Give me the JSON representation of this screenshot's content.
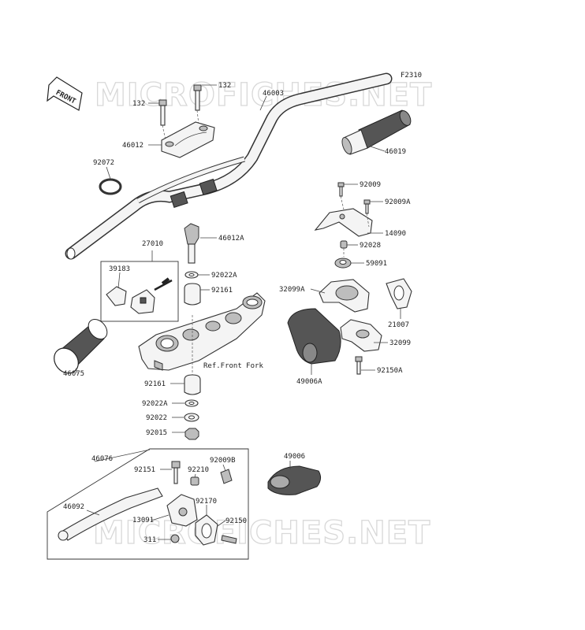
{
  "figure_code": "F2310",
  "watermark": "MICROFICHES.NET",
  "front_indicator": "FRONT",
  "reference_note": "Ref.Front Fork",
  "part_labels": [
    "132",
    "132",
    "46003",
    "46012",
    "46019",
    "92072",
    "92009",
    "92009A",
    "14090",
    "92028",
    "27010",
    "46012A",
    "39183",
    "92022A",
    "92161",
    "59091",
    "32099A",
    "21007",
    "32099",
    "49006A",
    "92150A",
    "46075",
    "92161",
    "92022A",
    "92022",
    "92015",
    "46076",
    "92151",
    "92009B",
    "92210",
    "49006",
    "46092",
    "13091",
    "92170",
    "92150",
    "311"
  ]
}
